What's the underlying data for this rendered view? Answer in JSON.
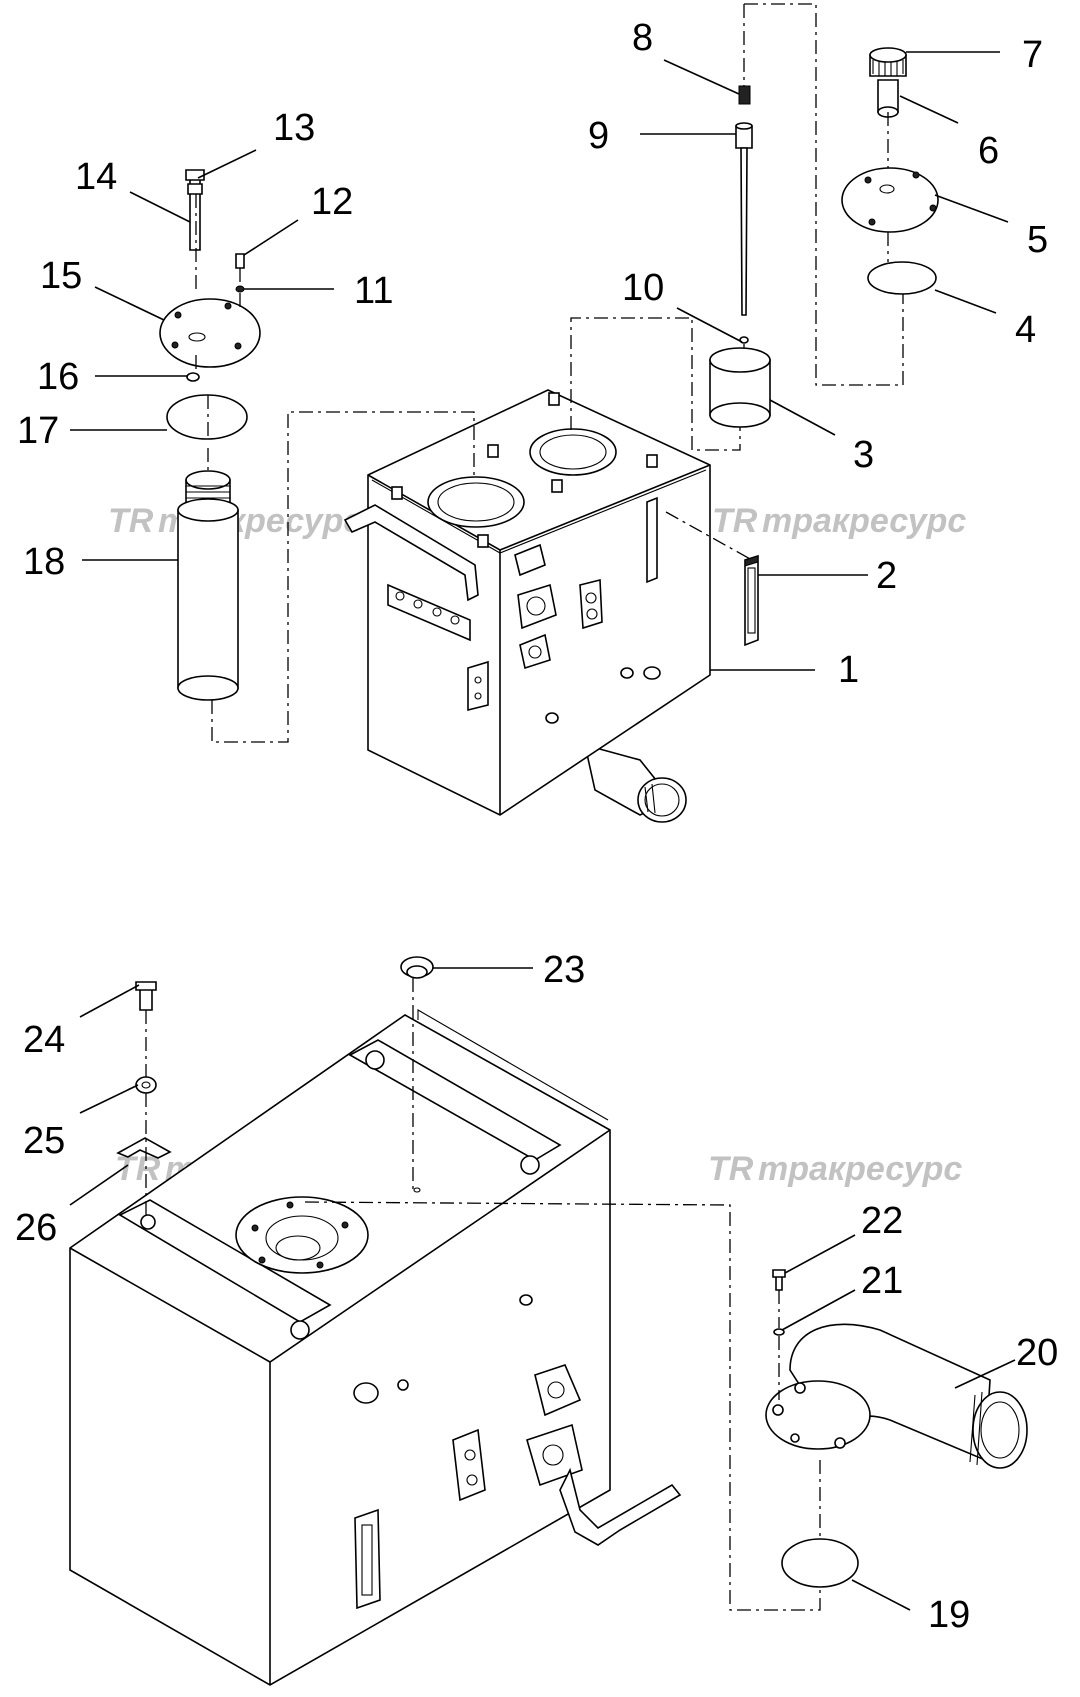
{
  "watermark": {
    "logo_mark": "TR",
    "text": "тракресурс"
  },
  "callouts": [
    "1",
    "2",
    "3",
    "4",
    "5",
    "6",
    "7",
    "8",
    "9",
    "10",
    "11",
    "12",
    "13",
    "14",
    "15",
    "16",
    "17",
    "18",
    "19",
    "20",
    "21",
    "22",
    "23",
    "24",
    "25",
    "26"
  ],
  "colors": {
    "line": "#000000",
    "background": "#ffffff",
    "watermark": "#b8b8b8"
  }
}
